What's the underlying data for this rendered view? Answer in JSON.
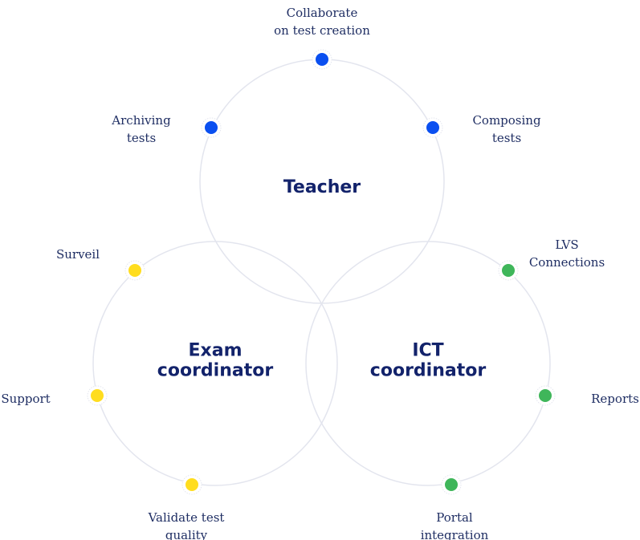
{
  "colors": {
    "teacher": "#0a4ff0",
    "exam": "#ffdd1f",
    "ict": "#3fb65a",
    "ring": "#e3e5ee",
    "text": "#1f2e63",
    "role_text": "#13236b"
  },
  "roles": [
    {
      "id": "teacher",
      "lines": [
        "Teacher"
      ]
    },
    {
      "id": "exam",
      "lines": [
        "Exam",
        "coordinator"
      ]
    },
    {
      "id": "ict",
      "lines": [
        "ICT",
        "coordinator"
      ]
    }
  ],
  "nodes": [
    {
      "id": "collaborate",
      "role": "teacher",
      "lines": [
        "Collaborate",
        "on test creation"
      ]
    },
    {
      "id": "archiving",
      "role": "teacher",
      "lines": [
        "Archiving",
        "tests"
      ]
    },
    {
      "id": "composing",
      "role": "teacher",
      "lines": [
        "Composing",
        "tests"
      ]
    },
    {
      "id": "surveil",
      "role": "exam",
      "lines": [
        "Surveil"
      ]
    },
    {
      "id": "support",
      "role": "exam",
      "lines": [
        "Support"
      ]
    },
    {
      "id": "validate",
      "role": "exam",
      "lines": [
        "Validate test",
        "quality"
      ]
    },
    {
      "id": "lvs",
      "role": "ict",
      "lines": [
        "LVS",
        "Connections"
      ]
    },
    {
      "id": "reports",
      "role": "ict",
      "lines": [
        "Reports"
      ]
    },
    {
      "id": "portal",
      "role": "ict",
      "lines": [
        "Portal",
        "integration"
      ]
    }
  ]
}
